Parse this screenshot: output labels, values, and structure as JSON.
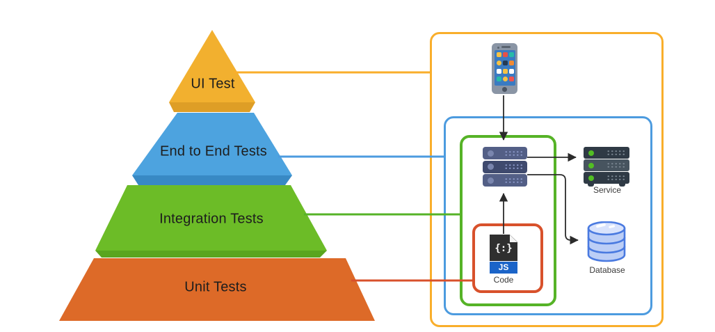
{
  "pyramid": {
    "levels": [
      {
        "id": "ui-test",
        "label": "UI Test",
        "color": "#F2B02F",
        "shadow_color": "#DE9E26",
        "line_color": "#F9AE2B"
      },
      {
        "id": "end-to-end-tests",
        "label": "End to End Tests",
        "color": "#4DA3DF",
        "shadow_color": "#3889C4",
        "line_color": "#4C9BDF"
      },
      {
        "id": "integration-tests",
        "label": "Integration Tests",
        "color": "#6CBC27",
        "shadow_color": "#5AA51E",
        "line_color": "#56B327"
      },
      {
        "id": "unit-tests",
        "label": "Unit Tests",
        "color": "#DD6A28",
        "shadow_color": "#C4551C",
        "line_color": "#D8512B"
      }
    ]
  },
  "architecture": {
    "scope_boxes": [
      {
        "id": "ui-test-scope",
        "color": "#F9AE2B"
      },
      {
        "id": "end-to-end-scope",
        "color": "#4C9BDF"
      },
      {
        "id": "integration-scope",
        "color": "#56B327"
      },
      {
        "id": "unit-scope",
        "color": "#D8512B"
      }
    ],
    "nodes": {
      "mobile_app": {
        "icon": "smartphone-icon"
      },
      "app_servers": {
        "icon": "server-stack-icon"
      },
      "service": {
        "label": "Service",
        "icon": "server-rack-icon"
      },
      "database": {
        "label": "Database",
        "icon": "database-cylinder-icon"
      },
      "code": {
        "label": "Code",
        "file_glyph": "{:}",
        "file_badge": "JS",
        "icon": "code-file-icon"
      }
    },
    "connections": [
      {
        "from": "mobile_app",
        "to": "app_servers"
      },
      {
        "from": "app_servers",
        "to": "service"
      },
      {
        "from": "app_servers",
        "to": "database"
      },
      {
        "from": "code",
        "to": "app_servers"
      }
    ],
    "connector_color": "#2B2B2B"
  }
}
